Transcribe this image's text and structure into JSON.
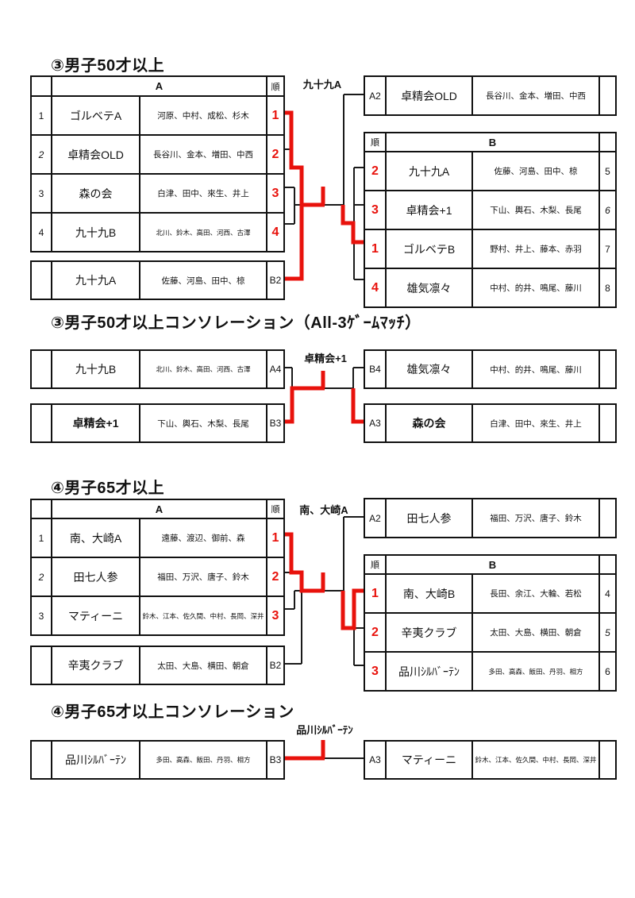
{
  "accent_red": "#e8120c",
  "s1": {
    "title": "③男子50才以上",
    "winner": "九十九A",
    "groupA": {
      "h_label": "A",
      "h_rank": "順",
      "rows": [
        {
          "num": "1",
          "team": "ゴルベテA",
          "members": "河原、中村、成松、杉木",
          "rank": "1"
        },
        {
          "num": "2",
          "team": "卓精会OLD",
          "members": "長谷川、金本、増田、中西",
          "rank": "2"
        },
        {
          "num": "3",
          "team": "森の会",
          "members": "白津、田中、來生、井上",
          "rank": "3"
        },
        {
          "num": "4",
          "team": "九十九B",
          "members": "北川、鈴木、高田、河西、古澤",
          "rank": "4"
        }
      ]
    },
    "b2": {
      "team": "九十九A",
      "members": "佐藤、河島、田中、椋",
      "tag": "B2"
    },
    "a2": {
      "tag": "A2",
      "team": "卓精会OLD",
      "members": "長谷川、金本、増田、中西"
    },
    "groupB": {
      "h_rank": "順",
      "h_label": "B",
      "rows": [
        {
          "rank": "2",
          "team": "九十九A",
          "members": "佐藤、河島、田中、椋",
          "num": "5"
        },
        {
          "rank": "3",
          "team": "卓精会+1",
          "members": "下山、輿石、木梨、長尾",
          "num": "6"
        },
        {
          "rank": "1",
          "team": "ゴルベテB",
          "members": "野村、井上、藤本、赤羽",
          "num": "7"
        },
        {
          "rank": "4",
          "team": "雄気凛々",
          "members": "中村、的井、鳴尾、藤川",
          "num": "8"
        }
      ]
    }
  },
  "c1": {
    "title": "③男子50才以上コンソレーション（All-3ｹﾞｰﾑﾏｯﾁ）",
    "winner": "卓精会+1",
    "left": [
      {
        "team": "九十九B",
        "members": "北川、鈴木、高田、河西、古澤",
        "tag": "A4"
      },
      {
        "team": "卓精会+1",
        "members": "下山、輿石、木梨、長尾",
        "tag": "B3"
      }
    ],
    "right": [
      {
        "tag": "B4",
        "team": "雄気凛々",
        "members": "中村、的井、鳴尾、藤川"
      },
      {
        "tag": "A3",
        "team": "森の会",
        "members": "白津、田中、來生、井上"
      }
    ]
  },
  "s2": {
    "title": "④男子65才以上",
    "winner": "南、大崎A",
    "groupA": {
      "h_label": "A",
      "h_rank": "順",
      "rows": [
        {
          "num": "1",
          "team": "南、大崎A",
          "members": "遠藤、渡辺、御前、森",
          "rank": "1"
        },
        {
          "num": "2",
          "team": "田七人参",
          "members": "福田、万沢、唐子、鈴木",
          "rank": "2"
        },
        {
          "num": "3",
          "team": "マティーニ",
          "members": "鈴木、江本、佐久間、中村、長岡、深井",
          "rank": "3"
        }
      ]
    },
    "b2": {
      "team": "辛夷クラブ",
      "members": "太田、大島、横田、朝倉",
      "tag": "B2"
    },
    "a2": {
      "tag": "A2",
      "team": "田七人参",
      "members": "福田、万沢、唐子、鈴木"
    },
    "groupB": {
      "h_rank": "順",
      "h_label": "B",
      "rows": [
        {
          "rank": "1",
          "team": "南、大崎B",
          "members": "長田、余江、大輪、若松",
          "num": "4"
        },
        {
          "rank": "2",
          "team": "辛夷クラブ",
          "members": "太田、大島、横田、朝倉",
          "num": "5"
        },
        {
          "rank": "3",
          "team": "品川ｼﾙﾊﾞｰﾃﾝ",
          "members": "多田、高森、飯田、丹羽、相方",
          "num": "6"
        }
      ]
    }
  },
  "c2": {
    "title": "④男子65才以上コンソレーション",
    "winner": "品川ｼﾙﾊﾞｰﾃﾝ",
    "left": [
      {
        "team": "品川ｼﾙﾊﾞｰﾃﾝ",
        "members": "多田、高森、飯田、丹羽、相方",
        "tag": "B3"
      }
    ],
    "right": [
      {
        "tag": "A3",
        "team": "マティーニ",
        "members": "鈴木、江本、佐久間、中村、長岡、深井"
      }
    ]
  }
}
